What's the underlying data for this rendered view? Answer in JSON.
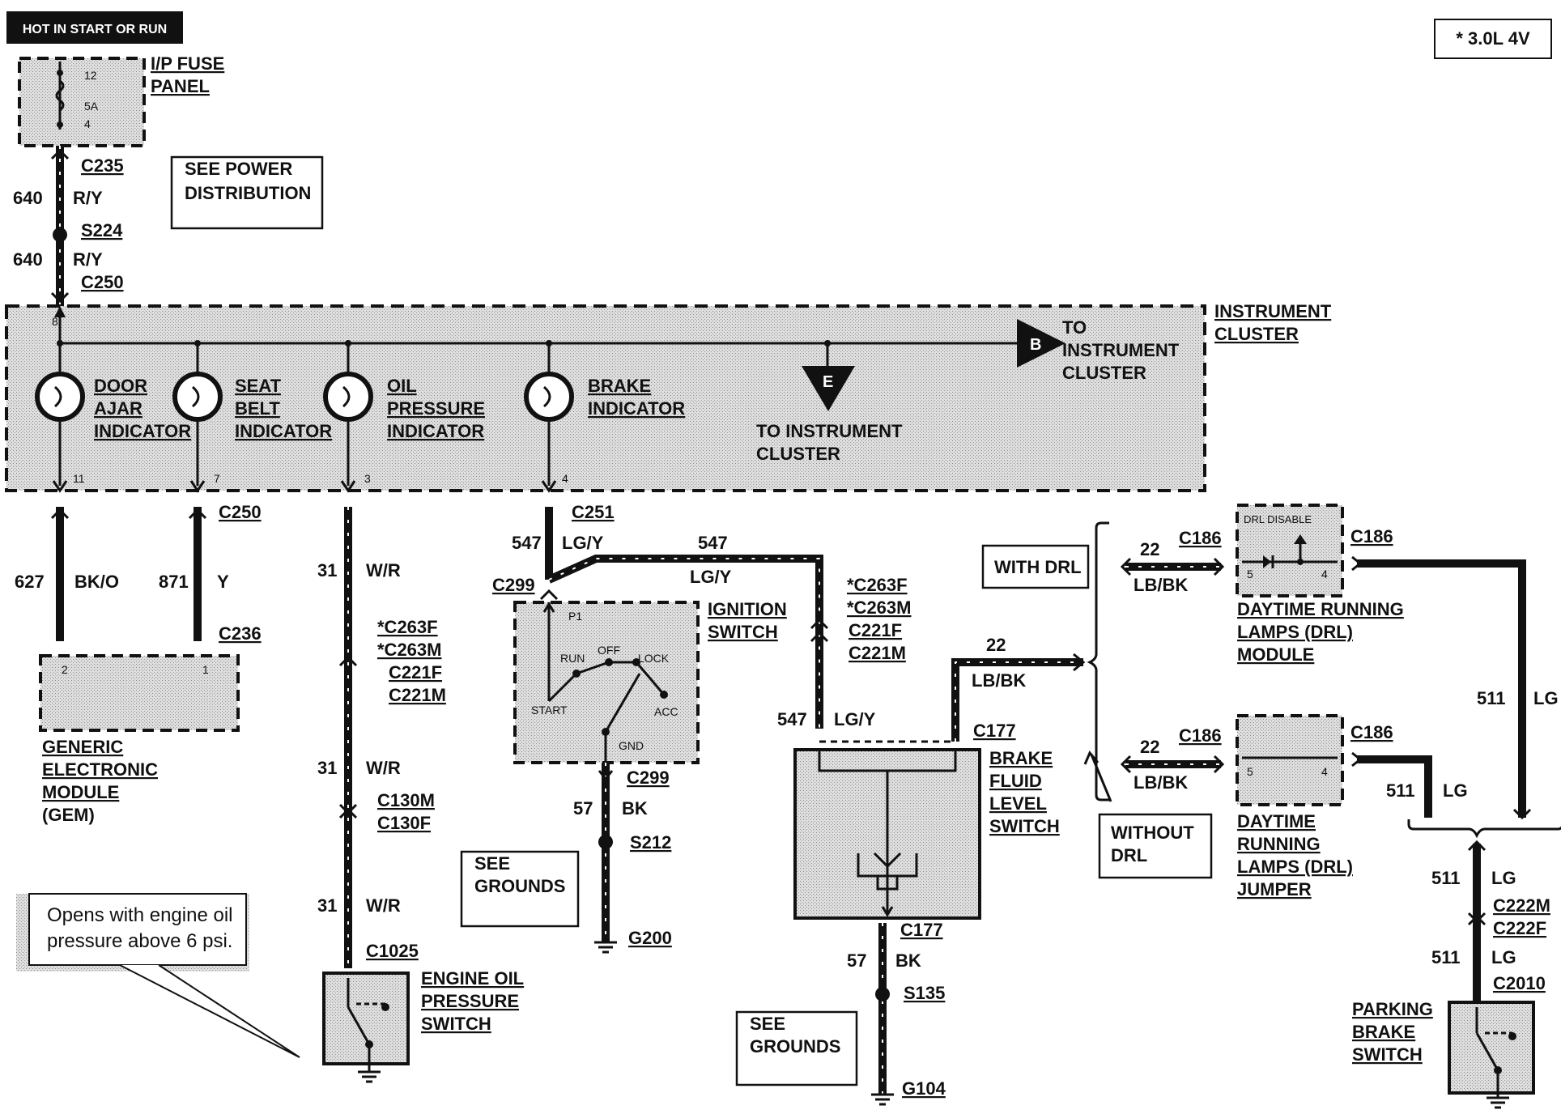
{
  "header": {
    "hot_label": "HOT IN START OR RUN",
    "engine_note": "*  3.0L 4V"
  },
  "fuse_panel": {
    "label_line1": "I/P FUSE",
    "label_line2": "PANEL",
    "pin_top": "12",
    "rating": "5A",
    "pin_bottom": "4"
  },
  "see_power": {
    "line1": "SEE POWER",
    "line2": "DISTRIBUTION"
  },
  "feed": {
    "c235": "C235",
    "circuit_1": "640",
    "color_1": "R/Y",
    "s224": "S224",
    "circuit_2": "640",
    "color_2": "R/Y",
    "c250": "C250"
  },
  "instrument_cluster": {
    "label_line1": "INSTRUMENT",
    "label_line2": "CLUSTER",
    "pin_feed": "8",
    "indicators": [
      {
        "line1": "DOOR",
        "line2": "AJAR",
        "line3": "INDICATOR",
        "pin": "11"
      },
      {
        "line1": "SEAT",
        "line2": "BELT",
        "line3": "INDICATOR",
        "pin": "7"
      },
      {
        "line1": "OIL",
        "line2": "PRESSURE",
        "line3": "INDICATOR",
        "pin": "3"
      },
      {
        "line1": "BRAKE",
        "line2": "INDICATOR",
        "line3": "",
        "pin": "4"
      }
    ],
    "ref_b": {
      "letter": "B",
      "line1": "TO",
      "line2": "INSTRUMENT",
      "line3": "CLUSTER"
    },
    "ref_e": {
      "letter": "E",
      "line1": "TO INSTRUMENT",
      "line2": "CLUSTER"
    }
  },
  "gem": {
    "c250": "C250",
    "circuit_627": "627",
    "color_627": "BK/O",
    "circuit_871": "871",
    "color_871": "Y",
    "c236": "C236",
    "pin_2": "2",
    "pin_1": "1",
    "label_line1": "GENERIC",
    "label_line2": "ELECTRONIC",
    "label_line3": "MODULE",
    "label_line4": "(GEM)"
  },
  "oil_circuit": {
    "circuit": "31",
    "color": "W/R",
    "conn_1": "*C263F",
    "conn_2": "*C263M",
    "conn_3": "C221F",
    "conn_4": "C221M",
    "conn_5": "C130M",
    "conn_6": "C130F",
    "c1025": "C1025",
    "switch_line1": "ENGINE OIL",
    "switch_line2": "PRESSURE",
    "switch_line3": "SWITCH",
    "callout_line1": "Opens with engine oil",
    "callout_line2": "pressure above 6 psi."
  },
  "ignition": {
    "c251": "C251",
    "circuit": "547",
    "color": "LG/Y",
    "c299_top": "C299",
    "label_line1": "IGNITION",
    "label_line2": "SWITCH",
    "pos_p1": "P1",
    "pos_run": "RUN",
    "pos_off": "OFF",
    "pos_lock": "LOCK",
    "pos_start": "START",
    "pos_acc": "ACC",
    "pos_gnd": "GND",
    "c299_bottom": "C299",
    "ground_circuit": "57",
    "ground_color": "BK",
    "s212": "S212",
    "g200": "G200",
    "see_grounds_1": "SEE",
    "see_grounds_2": "GROUNDS"
  },
  "brake_fluid": {
    "conn_1": "*C263F",
    "conn_2": "*C263M",
    "conn_3": "C221F",
    "conn_4": "C221M",
    "circuit": "547",
    "color": "LG/Y",
    "c177_top": "C177",
    "label_line1": "BRAKE",
    "label_line2": "FLUID",
    "label_line3": "LEVEL",
    "label_line4": "SWITCH",
    "out_circuit": "22",
    "out_color": "LB/BK",
    "c177_bottom": "C177",
    "ground_circuit": "57",
    "ground_color": "BK",
    "s135": "S135",
    "g104": "G104",
    "see_grounds_1": "SEE",
    "see_grounds_2": "GROUNDS"
  },
  "drl": {
    "with_drl": "WITH DRL",
    "without_line1": "WITHOUT",
    "without_line2": "DRL",
    "circuit_22": "22",
    "color_22": "LB/BK",
    "c186": "C186",
    "module_disable": "DRL DISABLE",
    "pin_5": "5",
    "pin_4": "4",
    "module_line1": "DAYTIME RUNNING",
    "module_line2": "LAMPS (DRL)",
    "module_line3": "MODULE",
    "jumper_line1": "DAYTIME",
    "jumper_line2": "RUNNING",
    "jumper_line3": "LAMPS (DRL)",
    "jumper_line4": "JUMPER",
    "circuit_511": "511",
    "color_511": "LG",
    "c222m": "C222M",
    "c222f": "C222F",
    "c2010": "C2010",
    "park_line1": "PARKING",
    "park_line2": "BRAKE",
    "park_line3": "SWITCH"
  }
}
